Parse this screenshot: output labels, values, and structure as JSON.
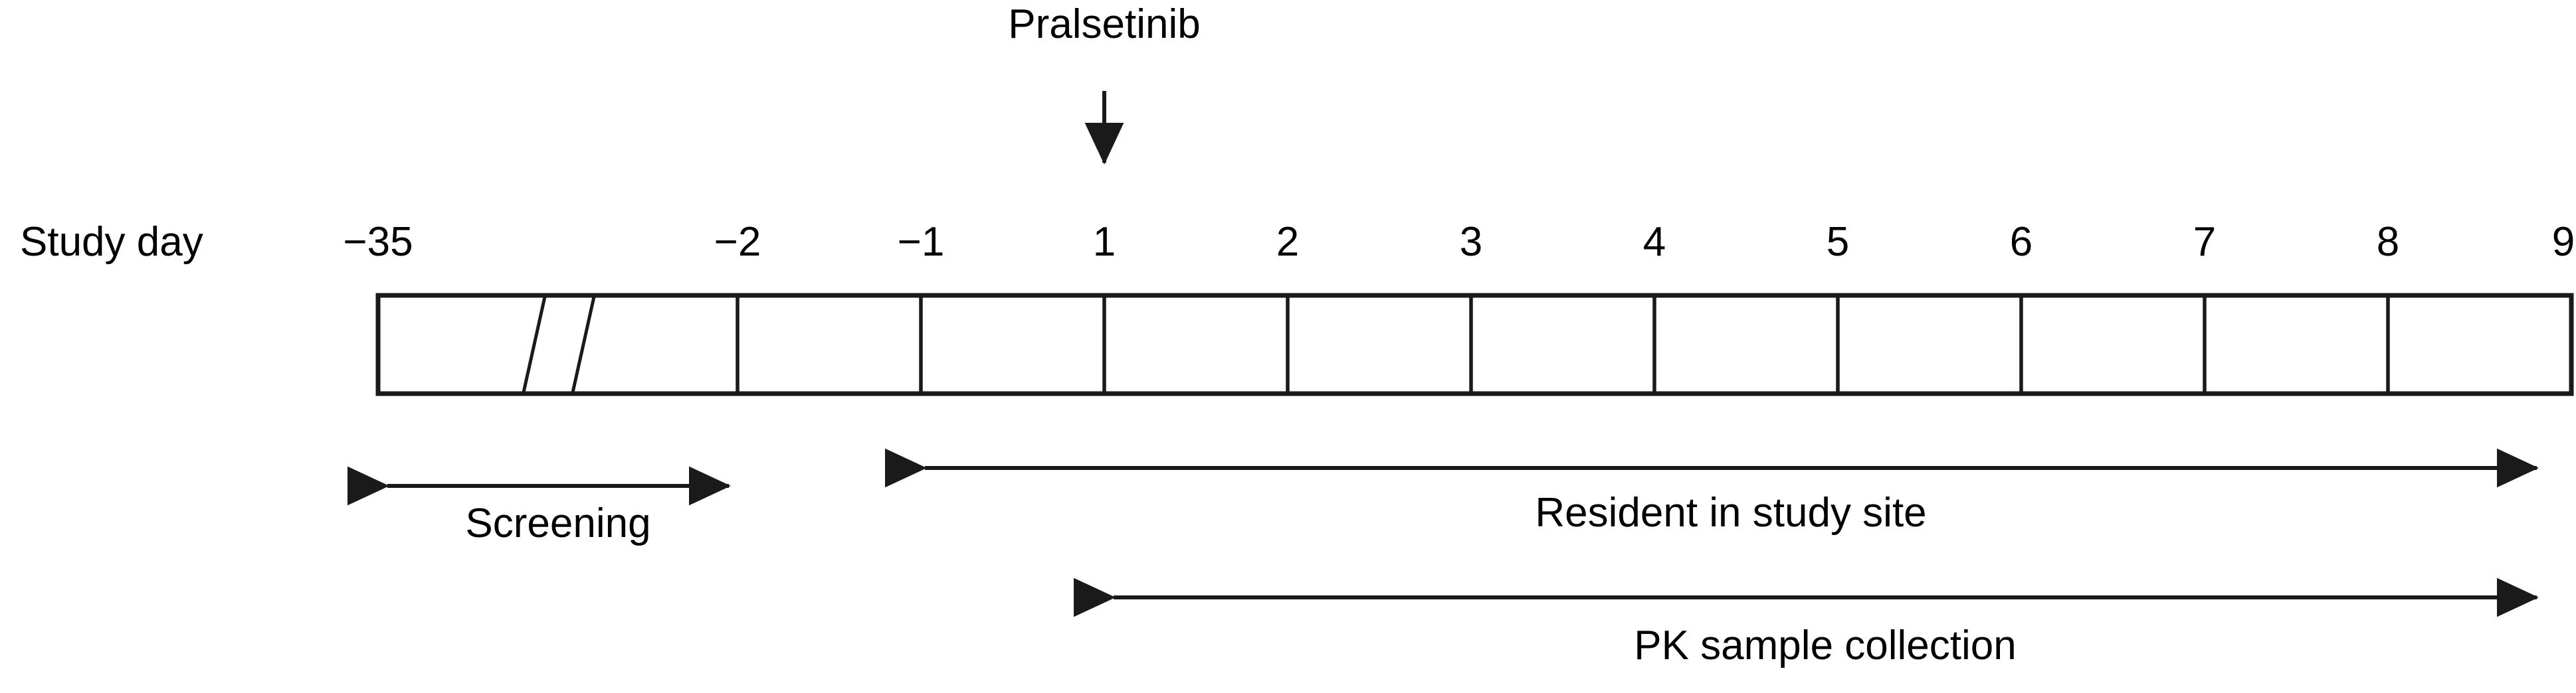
{
  "figure": {
    "type": "clinical-study-schedule-timeline",
    "row_label": "Study day",
    "drug_annotation": {
      "label": "Pralsetinib",
      "administered_on_day": "1",
      "marker": "down-arrow"
    },
    "day_ticks": [
      {
        "label": "−35",
        "value": -35
      },
      {
        "label": "−2",
        "value": -2
      },
      {
        "label": "−1",
        "value": -1
      },
      {
        "label": "1",
        "value": 1
      },
      {
        "label": "2",
        "value": 2
      },
      {
        "label": "3",
        "value": 3
      },
      {
        "label": "4",
        "value": 4
      },
      {
        "label": "5",
        "value": 5
      },
      {
        "label": "6",
        "value": 6
      },
      {
        "label": "7",
        "value": 7
      },
      {
        "label": "8",
        "value": 8
      },
      {
        "label": "9",
        "value": 9
      }
    ],
    "axis_break": {
      "present": true,
      "between": [
        "−35",
        "−2"
      ],
      "style": "double-slanted-hatch"
    },
    "spans": [
      {
        "caption": "Screening",
        "from_day": "−35",
        "to_day": "−2",
        "arrow": "double-headed"
      },
      {
        "caption": "Resident in study site",
        "from_day": "−1",
        "to_day": "9",
        "arrow": "double-headed"
      },
      {
        "caption": "PK sample collection",
        "from_day": "1",
        "to_day": "9",
        "arrow": "double-headed"
      }
    ],
    "colors": {
      "line": "#1a1a1a",
      "text": "#000000",
      "background": "#ffffff"
    }
  }
}
